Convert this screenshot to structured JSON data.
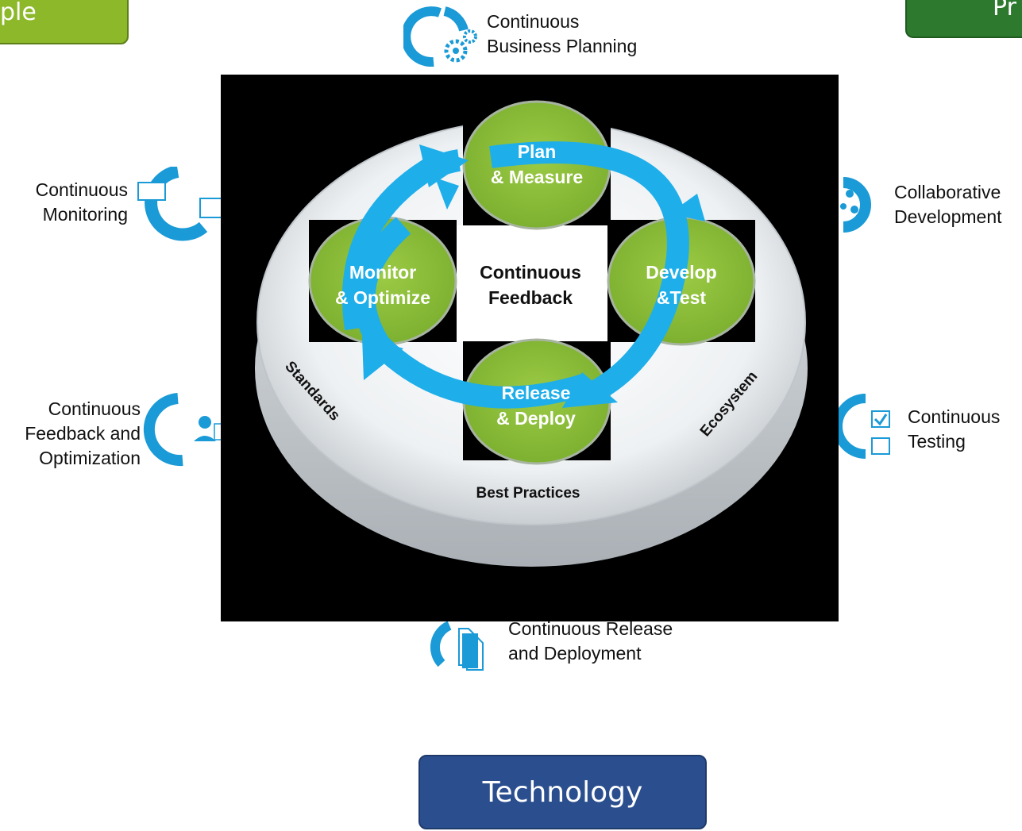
{
  "tabs": {
    "people": "ple",
    "process": "Pr",
    "technology": "Technology"
  },
  "practices": {
    "planning": {
      "line1": "Continuous",
      "line2": "Business Planning"
    },
    "collab": {
      "line1": "Collaborative",
      "line2": "Development"
    },
    "testing": {
      "line1": "Continuous",
      "line2": "Testing"
    },
    "release": {
      "line1": "Continuous Release",
      "line2": "and Deployment"
    },
    "feedback": {
      "line1": "Continuous",
      "line2": "Feedback and",
      "line3": "Optimization"
    },
    "monitoring": {
      "line1": "Continuous",
      "line2": "Monitoring"
    }
  },
  "cycle": {
    "plan": {
      "line1": "Plan",
      "line2": "& Measure"
    },
    "develop": {
      "line1": "Develop",
      "line2": "&Test"
    },
    "release": {
      "line1": "Release",
      "line2": "& Deploy"
    },
    "monitor": {
      "line1": "Monitor",
      "line2": "& Optimize"
    },
    "center": {
      "line1": "Continuous",
      "line2": "Feedback"
    }
  },
  "platform": {
    "left": "Standards",
    "right": "Ecosystem",
    "bottom": "Best Practices"
  },
  "colors": {
    "arrow": "#1eaeea",
    "node": "#8cbc3a",
    "icon": "#1a9ad6",
    "people": "#8cb82a",
    "process": "#2d7a2e",
    "technology": "#2b4f8e"
  }
}
